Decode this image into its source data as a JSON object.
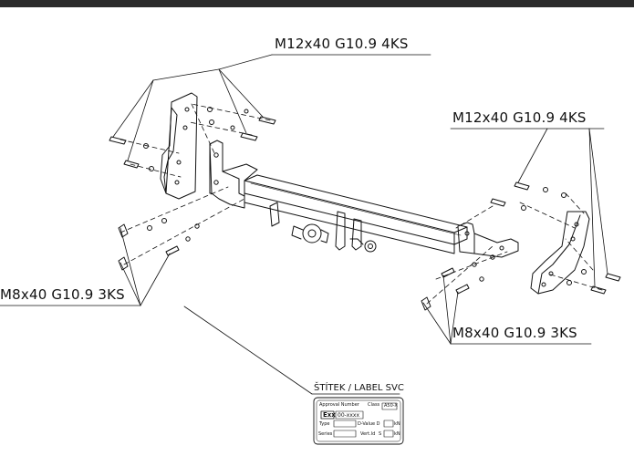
{
  "labels": {
    "top_left_bolts": "M12x40 G10.9 4KS",
    "top_right_bolts": "M12x40 G10.9 4KS",
    "left_lower_bolts": "M8x40 G10.9 3KS",
    "right_lower_bolts": "M8x40 G10.9 3KS"
  },
  "plate": {
    "title": "ŠTÍTEK / LABEL SVC",
    "approval_number": "Approval Number",
    "class_label": "Class",
    "class_value": "A50-X",
    "e_mark": "Exx",
    "e_number": "00-xxxx",
    "type_label": "Type",
    "d_value_label": "D-Value D",
    "d_value_unit": "kN",
    "series_label": "Series",
    "vert_ld_label": "Vert.ld",
    "s_label": "S",
    "s_unit": "kN"
  },
  "colors": {
    "line": "#111111",
    "bar": "#2b2b2b"
  }
}
